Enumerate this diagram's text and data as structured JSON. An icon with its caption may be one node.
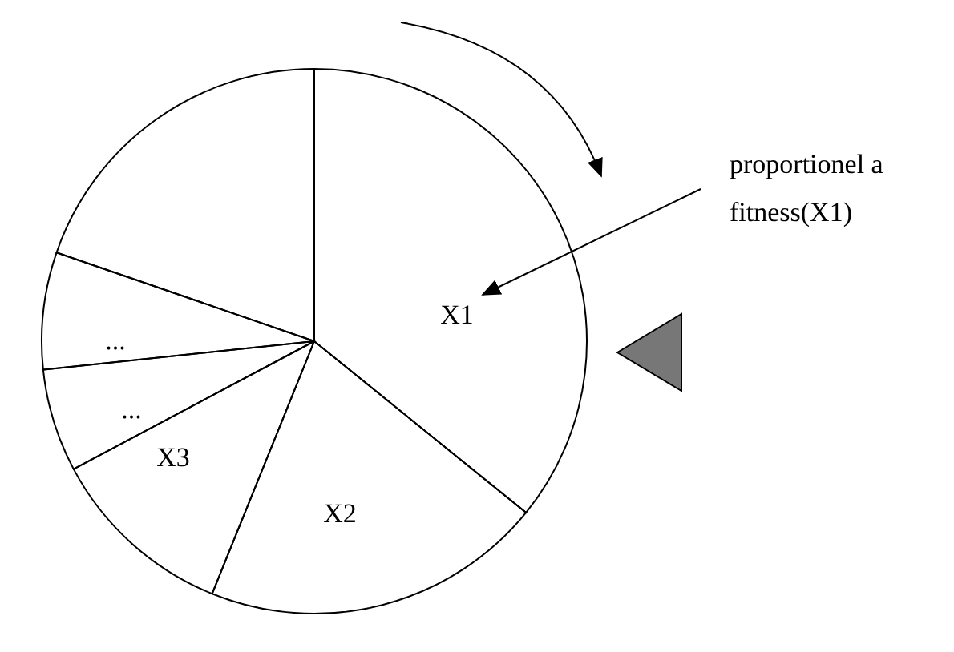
{
  "diagram": {
    "nodes": [
      {
        "text": [
          "proportionel a fitness(X1)"
        ]
      },
      {
        "text": [
          "X1"
        ]
      },
      {
        "text": [
          "..."
        ]
      },
      {
        "text": [
          "..."
        ]
      },
      {
        "text": [
          "X3"
        ]
      },
      {
        "text": [
          "X2"
        ]
      },
      {
        "text": [],
        "shape": "slice"
      }
    ],
    "edges": [
      {
        "from": 0,
        "to": 1,
        "arrow": "to"
      }
    ]
  }
}
